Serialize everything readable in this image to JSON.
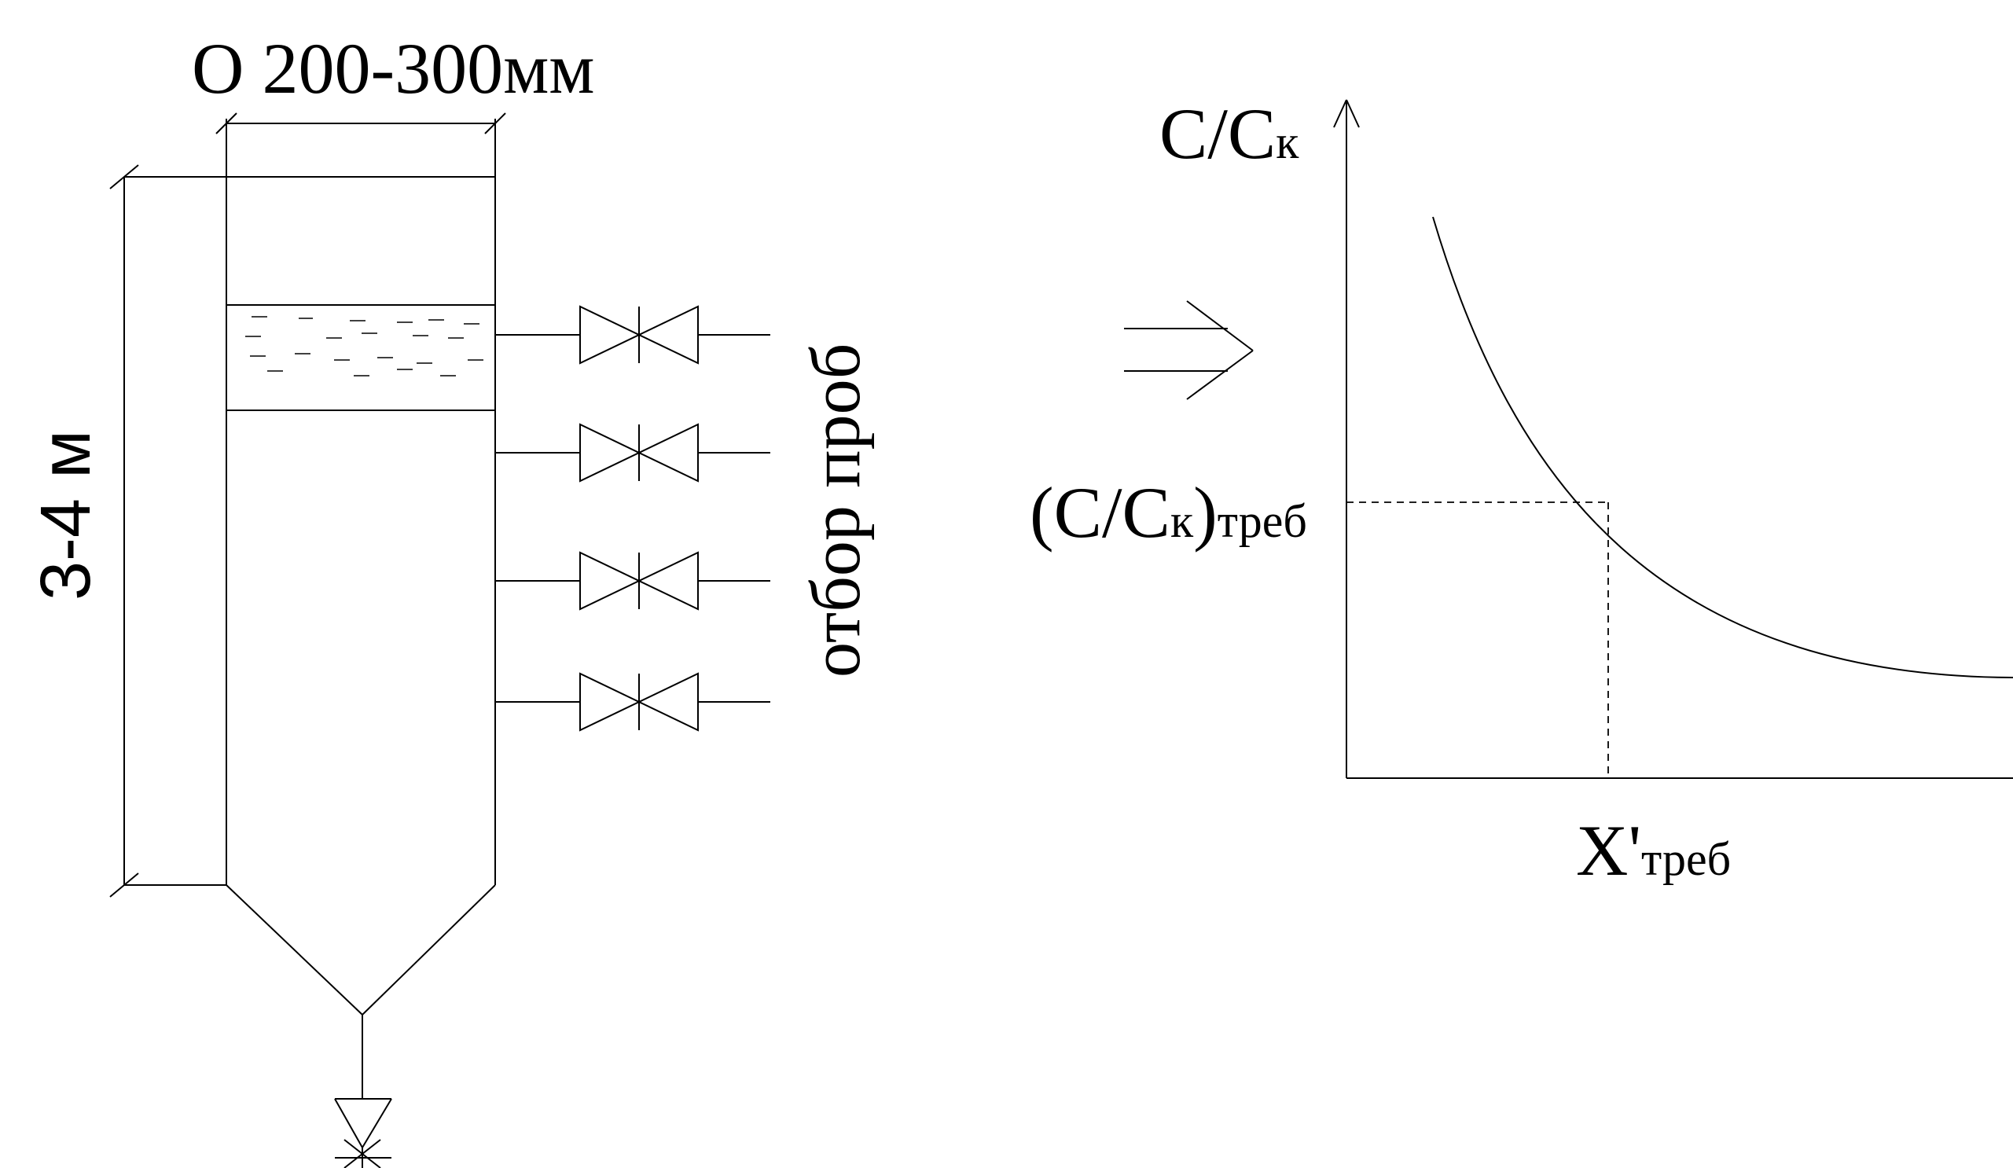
{
  "column": {
    "diameter_label": "O 200-300мм",
    "height_label": "3-4 м",
    "sampling_label": "отбор проб",
    "sample_valve_count": 4
  },
  "graph": {
    "y_axis_main": "C/C",
    "y_axis_sub": "к",
    "required_label_main": "(C/C",
    "required_label_sub_k": "к",
    "required_label_close": ")",
    "required_label_sub": "треб",
    "x_axis_main": "X'",
    "x_axis_sub": "треб"
  },
  "arrow": {
    "icon": "implies-arrow-icon"
  }
}
